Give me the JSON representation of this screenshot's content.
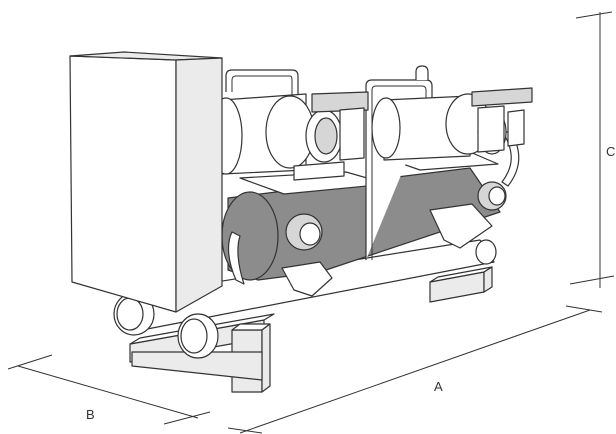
{
  "dimensions": {
    "a": {
      "label": "A"
    },
    "b": {
      "label": "B"
    },
    "c": {
      "label": "C"
    }
  }
}
